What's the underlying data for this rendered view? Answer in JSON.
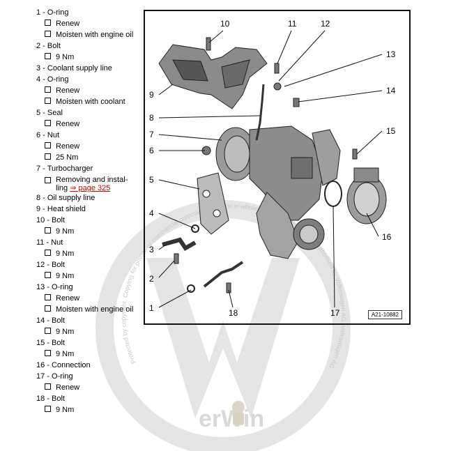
{
  "legend": [
    {
      "num": "1",
      "label": "O-ring",
      "subs": [
        "Renew",
        "Moisten with engine oil"
      ]
    },
    {
      "num": "2",
      "label": "Bolt",
      "subs": [
        "9 Nm"
      ]
    },
    {
      "num": "3",
      "label": "Coolant supply line",
      "subs": []
    },
    {
      "num": "4",
      "label": "O-ring",
      "subs": [
        "Renew",
        "Moisten with coolant"
      ]
    },
    {
      "num": "5",
      "label": "Seal",
      "subs": [
        "Renew"
      ]
    },
    {
      "num": "6",
      "label": "Nut",
      "subs": [
        "Renew",
        "25 Nm"
      ]
    },
    {
      "num": "7",
      "label": "Turbocharger",
      "subs": []
    },
    {
      "num": "8",
      "label": "Oil supply line",
      "subs": []
    },
    {
      "num": "9",
      "label": "Heat shield",
      "subs": []
    },
    {
      "num": "10",
      "label": "Bolt",
      "subs": [
        "9 Nm"
      ]
    },
    {
      "num": "11",
      "label": "Nut",
      "subs": [
        "9 Nm"
      ]
    },
    {
      "num": "12",
      "label": "Bolt",
      "subs": [
        "9 Nm"
      ]
    },
    {
      "num": "13",
      "label": "O-ring",
      "subs": [
        "Renew",
        "Moisten with engine oil"
      ]
    },
    {
      "num": "14",
      "label": "Bolt",
      "subs": [
        "9 Nm"
      ]
    },
    {
      "num": "15",
      "label": "Bolt",
      "subs": [
        "9 Nm"
      ]
    },
    {
      "num": "16",
      "label": "Connection",
      "subs": []
    },
    {
      "num": "17",
      "label": "O-ring",
      "subs": [
        "Renew"
      ]
    },
    {
      "num": "18",
      "label": "Bolt",
      "subs": [
        "9 Nm"
      ]
    }
  ],
  "turbo_install": {
    "line1": "Removing and instal-",
    "line2_prefix": "ling ",
    "link": "⇒ page 325"
  },
  "figure_id": "A21-10882",
  "callouts": [
    "1",
    "2",
    "3",
    "4",
    "5",
    "6",
    "7",
    "8",
    "9",
    "10",
    "11",
    "12",
    "13",
    "14",
    "15",
    "16",
    "17",
    "18"
  ],
  "watermark": {
    "text": "Protected by copyright. Copying for private or commercial purposes, in part or in whole, is not permitted unless authorised by Volkswagen AG. Volkswagen AG does not guarantee or accept any liability with respect to the correctness of information in this document. Copyright by Volkswagen AG.",
    "brand": "erWin"
  },
  "colors": {
    "link": "#d40000",
    "watermark": "#e6e6e6",
    "line": "#111111"
  }
}
